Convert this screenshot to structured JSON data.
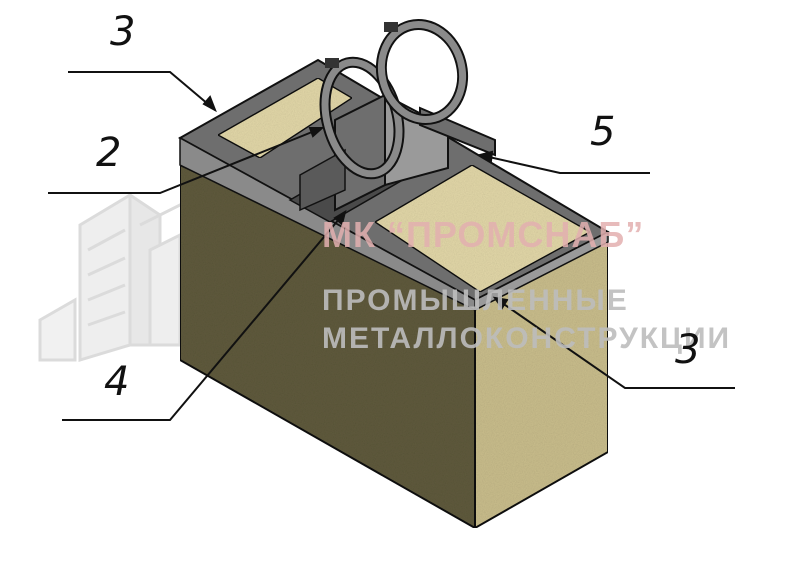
{
  "labels": {
    "top_left": "3",
    "left_upper": "2",
    "right_upper": "5",
    "left_lower": "4",
    "right_lower": "3"
  },
  "watermark": {
    "title": "МК “ПРОМСНАБ”",
    "line1": "ПРОМЫШЛЕННЫЕ",
    "line2": "МЕТАЛЛОКОНСТРУКЦИИ"
  },
  "colors": {
    "concrete_front": "#5f5a3c",
    "concrete_side": "#c9bd8c",
    "fill_top": "#e2d7a8",
    "steel": "#6e6e6e",
    "steel_dark": "#4a4a4a",
    "ring": "#8a8a8a",
    "watermark_red": "#e3b0b0",
    "watermark_grey": "#bdbdbd"
  }
}
